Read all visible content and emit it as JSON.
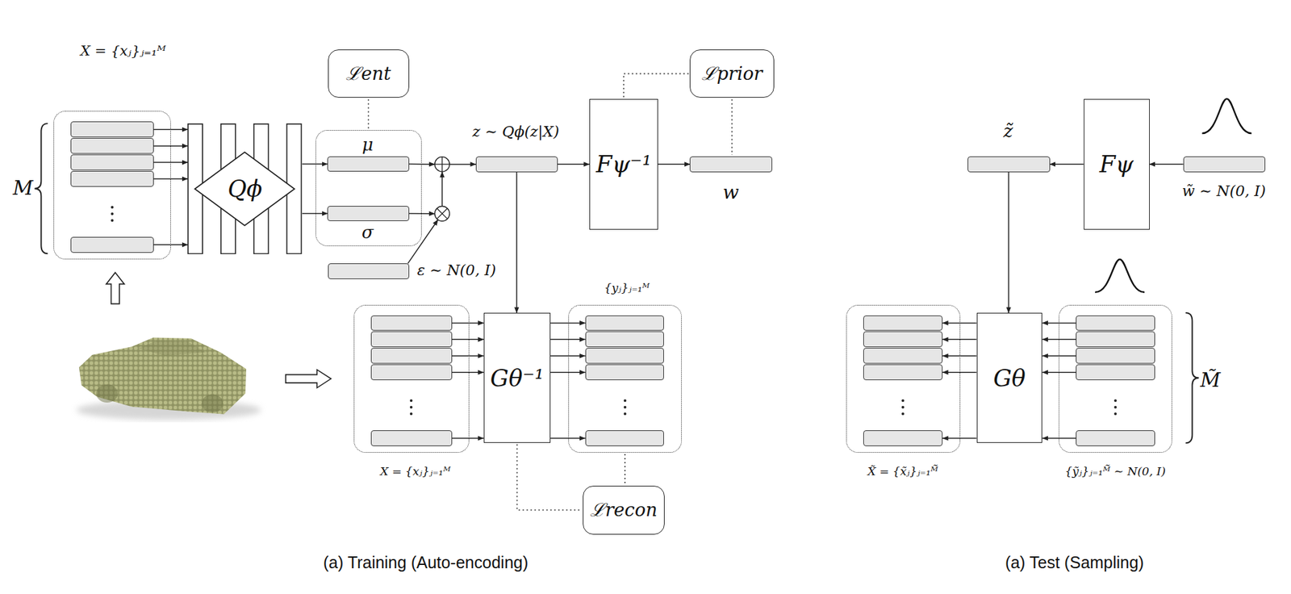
{
  "diagram": {
    "nodes": [
      {
        "text": [
          "ℒent"
        ]
      },
      {
        "text": [
          "X = {xⱼ}ⱼ₌₁ᴹ"
        ]
      },
      {
        "text": [
          "Qϕ"
        ]
      },
      {
        "text": [
          "μ",
          "σ"
        ]
      },
      {
        "text": [
          "ε ∼ N(0, I)"
        ]
      },
      {
        "text": [
          "z ∼ Qϕ(z|X)"
        ]
      },
      {
        "text": [
          "Fψ⁻¹"
        ]
      },
      {
        "text": [
          "ℒprior"
        ]
      },
      {
        "text": [
          "w"
        ]
      },
      {
        "text": [
          "X = {xⱼ}ⱼ₌₁ᴹ"
        ]
      },
      {
        "text": [
          "Gθ⁻¹"
        ]
      },
      {
        "text": [
          "{yⱼ}ⱼ₌₁ᴹ"
        ]
      },
      {
        "text": [
          "ℒrecon"
        ]
      },
      {
        "text": [
          "z̃"
        ]
      },
      {
        "text": [
          "Fψ"
        ]
      },
      {
        "text": [
          "w̃ ∼ N(0, I)"
        ]
      },
      {
        "text": [
          "X̃ = {x̃ⱼ}ⱼ₌₁ᴹ̃"
        ]
      },
      {
        "text": [
          "Gθ"
        ]
      },
      {
        "text": [
          "{ỹⱼ}ⱼ₌₁ᴹ̃ ∼ N(0, I)"
        ]
      }
    ],
    "edges": [
      {
        "from": 1,
        "to": 2,
        "arrow": "to"
      },
      {
        "from": 2,
        "to": 3,
        "arrow": "to"
      },
      {
        "from": 3,
        "to": 5,
        "arrow": "to"
      },
      {
        "from": 4,
        "to": 5,
        "arrow": "to"
      },
      {
        "from": 5,
        "to": 6,
        "arrow": "to"
      },
      {
        "from": 6,
        "to": 8,
        "arrow": "to"
      },
      {
        "from": 5,
        "to": 10,
        "arrow": "to"
      },
      {
        "from": 9,
        "to": 10,
        "arrow": "to"
      },
      {
        "from": 10,
        "to": 11,
        "arrow": "to"
      },
      {
        "from": 0,
        "to": 3,
        "arrow": "none"
      },
      {
        "from": 7,
        "to": 6,
        "arrow": "none"
      },
      {
        "from": 7,
        "to": 8,
        "arrow": "none"
      },
      {
        "from": 10,
        "to": 12,
        "arrow": "none"
      },
      {
        "from": 11,
        "to": 12,
        "arrow": "none"
      },
      {
        "from": 15,
        "to": 14,
        "arrow": "to"
      },
      {
        "from": 14,
        "to": 13,
        "arrow": "to"
      },
      {
        "from": 13,
        "to": 17,
        "arrow": "to"
      },
      {
        "from": 18,
        "to": 17,
        "arrow": "to"
      },
      {
        "from": 17,
        "to": 16,
        "arrow": "to"
      }
    ],
    "labels": [
      "M",
      "M̃",
      "(a) Training (Auto-encoding)",
      "(a) Test (Sampling)"
    ]
  }
}
